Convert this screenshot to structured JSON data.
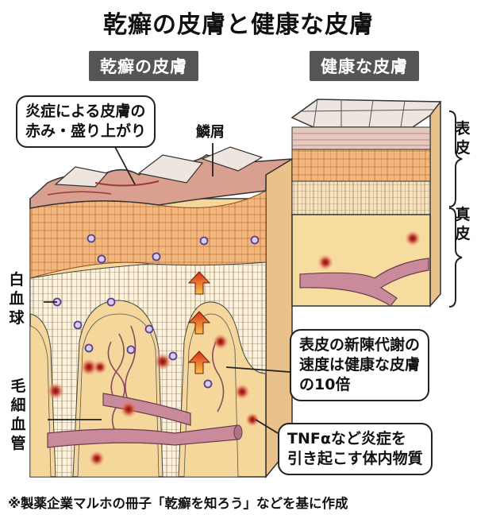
{
  "title": "乾癬の皮膚と健康な皮膚",
  "panels": {
    "psoriasis_label": "乾癬の皮膚",
    "healthy_label": "健康な皮膚"
  },
  "callouts": {
    "inflammation": [
      "炎症による皮膚の",
      "赤み・盛り上がり"
    ],
    "turnover": [
      "表皮の新陳代謝の",
      "速度は健康な皮膚",
      "の10倍"
    ],
    "tnf": [
      "TNFαなど炎症を",
      "引き起こす体内物質"
    ]
  },
  "labels": {
    "scales": "鱗屑",
    "white_blood_cell": [
      "白",
      "血",
      "球"
    ],
    "capillary": [
      "毛",
      "細",
      "血",
      "管"
    ],
    "epidermis": [
      "表",
      "皮"
    ],
    "dermis": [
      "真",
      "皮"
    ]
  },
  "footnote": "※製薬企業マルホの冊子「乾癬を知ろう」などを基に作成",
  "colors": {
    "skin_orange": "#f3b77e",
    "dermis_tan": "#f7dca0",
    "vessel_pink": "#c98a9c",
    "inflammation_red": "#c0392b",
    "arrow_red": "#e05a1a",
    "wbc_purple": "#6b4fa0"
  }
}
